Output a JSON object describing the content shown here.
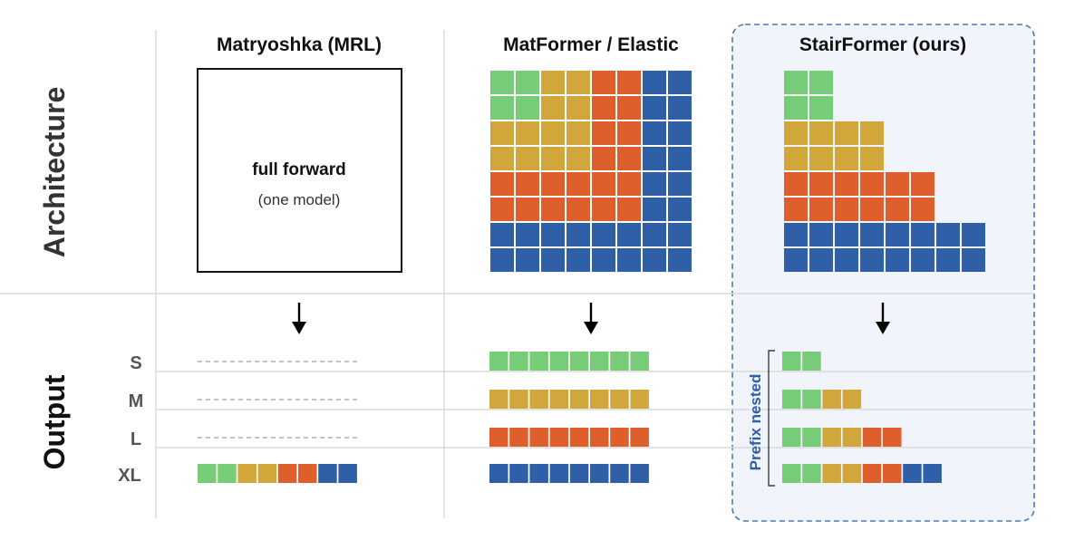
{
  "colors": {
    "green": "#77cc77",
    "yellow": "#d1a63b",
    "orange": "#df5f2c",
    "blue": "#2f5fa7",
    "highlight_fill": "#f1f5fb",
    "highlight_border": "#4c79b4",
    "prefix_text": "#2e5ea6",
    "grid_line": "#dadada"
  },
  "row_labels": {
    "architecture": "Architecture",
    "output": "Output"
  },
  "columns": [
    {
      "title": "Matryoshka (MRL)",
      "box_main": "full forward",
      "box_sub": "(one model)"
    },
    {
      "title": "MatFormer / Elastic"
    },
    {
      "title": "StairFormer (ours)"
    }
  ],
  "size_labels": [
    "S",
    "M",
    "L",
    "XL"
  ],
  "prefix_label": "Prefix nested",
  "icons": {
    "arrow": "arrow-down-icon"
  },
  "matformer_rows": [
    [
      "green",
      "green",
      "yellow",
      "yellow",
      "orange",
      "orange",
      "blue",
      "blue"
    ],
    [
      "green",
      "green",
      "yellow",
      "yellow",
      "orange",
      "orange",
      "blue",
      "blue"
    ],
    [
      "yellow",
      "yellow",
      "yellow",
      "yellow",
      "orange",
      "orange",
      "blue",
      "blue"
    ],
    [
      "yellow",
      "yellow",
      "yellow",
      "yellow",
      "orange",
      "orange",
      "blue",
      "blue"
    ],
    [
      "orange",
      "orange",
      "orange",
      "orange",
      "orange",
      "orange",
      "blue",
      "blue"
    ],
    [
      "orange",
      "orange",
      "orange",
      "orange",
      "orange",
      "orange",
      "blue",
      "blue"
    ],
    [
      "blue",
      "blue",
      "blue",
      "blue",
      "blue",
      "blue",
      "blue",
      "blue"
    ],
    [
      "blue",
      "blue",
      "blue",
      "blue",
      "blue",
      "blue",
      "blue",
      "blue"
    ]
  ],
  "stair_rows": [
    [
      "green",
      "green"
    ],
    [
      "green",
      "green"
    ],
    [
      "yellow",
      "yellow",
      "yellow",
      "yellow"
    ],
    [
      "yellow",
      "yellow",
      "yellow",
      "yellow"
    ],
    [
      "orange",
      "orange",
      "orange",
      "orange",
      "orange",
      "orange"
    ],
    [
      "orange",
      "orange",
      "orange",
      "orange",
      "orange",
      "orange"
    ],
    [
      "blue",
      "blue",
      "blue",
      "blue",
      "blue",
      "blue",
      "blue",
      "blue"
    ],
    [
      "blue",
      "blue",
      "blue",
      "blue",
      "blue",
      "blue",
      "blue",
      "blue"
    ]
  ],
  "mrl_outputs": {
    "S": null,
    "M": null,
    "L": null,
    "XL": [
      "green",
      "green",
      "yellow",
      "yellow",
      "orange",
      "orange",
      "blue",
      "blue"
    ]
  },
  "matformer_outputs": {
    "S": [
      "green",
      "green",
      "green",
      "green",
      "green",
      "green",
      "green",
      "green"
    ],
    "M": [
      "yellow",
      "yellow",
      "yellow",
      "yellow",
      "yellow",
      "yellow",
      "yellow",
      "yellow"
    ],
    "L": [
      "orange",
      "orange",
      "orange",
      "orange",
      "orange",
      "orange",
      "orange",
      "orange"
    ],
    "XL": [
      "blue",
      "blue",
      "blue",
      "blue",
      "blue",
      "blue",
      "blue",
      "blue"
    ]
  },
  "stair_outputs": {
    "S": [
      "green",
      "green"
    ],
    "M": [
      "green",
      "green",
      "yellow",
      "yellow"
    ],
    "L": [
      "green",
      "green",
      "yellow",
      "yellow",
      "orange",
      "orange"
    ],
    "XL": [
      "green",
      "green",
      "yellow",
      "yellow",
      "orange",
      "orange",
      "blue",
      "blue"
    ]
  }
}
